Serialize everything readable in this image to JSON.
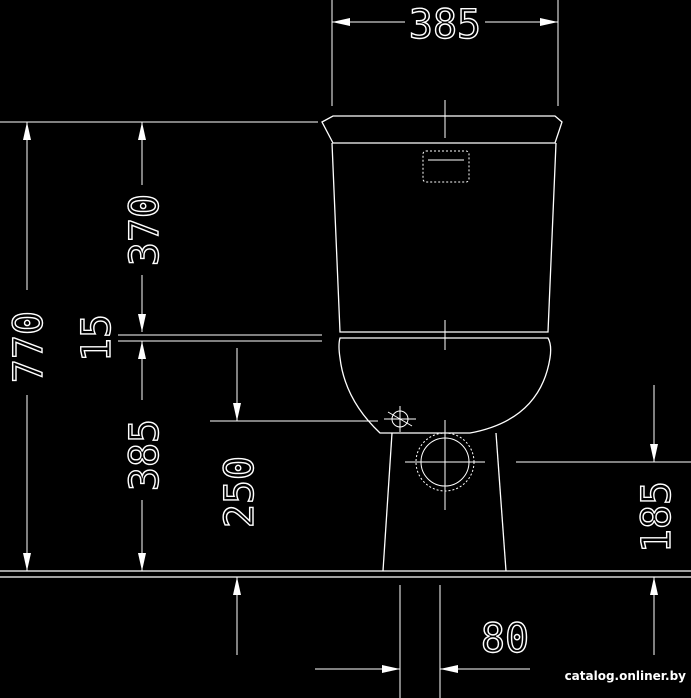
{
  "dimensions": {
    "top_width": "385",
    "total_height": "770",
    "tank_height": "370",
    "gap": "15",
    "bowl_height": "385",
    "inlet_height": "250",
    "outlet_height": "185",
    "outlet_offset": "80"
  },
  "watermark": "catalog.onliner.by",
  "colors": {
    "background": "#000000",
    "line": "#ffffff"
  }
}
